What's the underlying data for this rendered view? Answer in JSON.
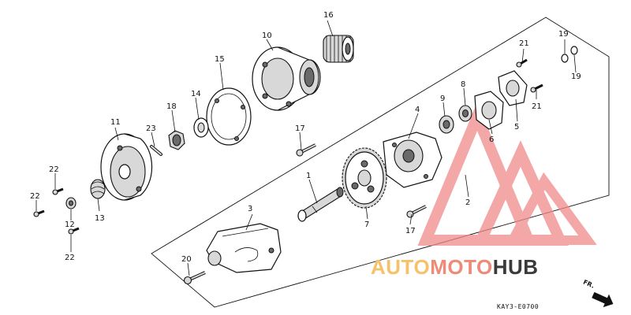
{
  "part_labels": {
    "p1": "1",
    "p2": "2",
    "p3": "3",
    "p4": "4",
    "p5": "5",
    "p6": "6",
    "p7": "7",
    "p8": "8",
    "p9": "9",
    "p10": "10",
    "p11": "11",
    "p12": "12",
    "p13": "13",
    "p14": "14",
    "p15": "15",
    "p16": "16",
    "p17a": "17",
    "p17b": "17",
    "p18": "18",
    "p19a": "19",
    "p19b": "19",
    "p20": "20",
    "p21a": "21",
    "p21b": "21",
    "p22a": "22",
    "p22b": "22",
    "p22c": "22",
    "p23": "23"
  },
  "diagram_code": "KAY3-E0700",
  "direction_label": "FR.",
  "watermark": {
    "part1": "AUTO",
    "part2": "MOTO",
    "part3": "HUB",
    "colors": {
      "auto": "#f5c26b",
      "moto": "#f08a78",
      "hub": "#3a3a3a",
      "logo": "#f08a8a"
    }
  }
}
